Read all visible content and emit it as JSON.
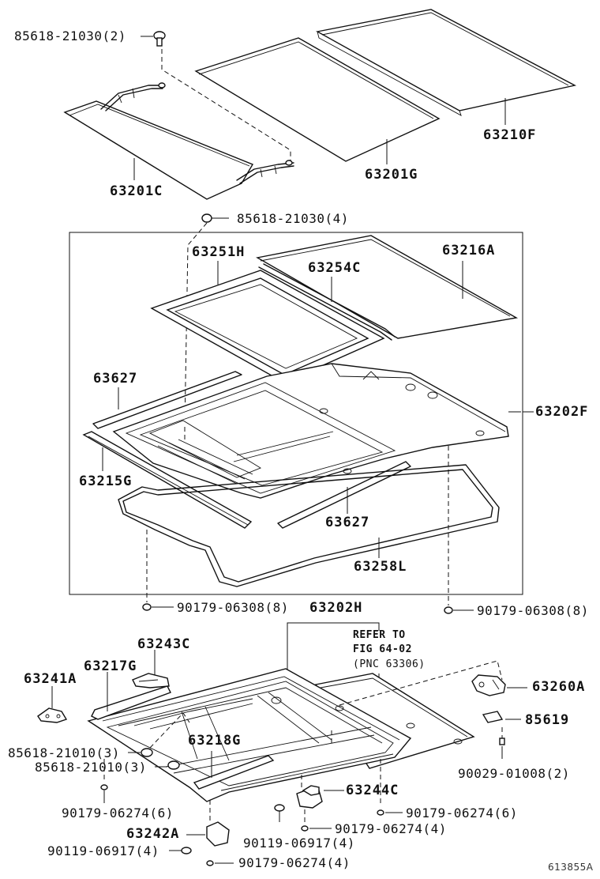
{
  "diagram_id": "613855A",
  "refer_note": {
    "line1": "REFER TO",
    "line2": "FIG 64-02",
    "line3": "(PNC 63306)"
  },
  "labels": {
    "p85618_21030_2": "85618-21030(2)",
    "p63201C": "63201C",
    "p63201G": "63201G",
    "p63210F": "63210F",
    "p85618_21030_4": "85618-21030(4)",
    "p63251H": "63251H",
    "p63254C": "63254C",
    "p63216A": "63216A",
    "p63627_a": "63627",
    "p63202F": "63202F",
    "p63215G": "63215G",
    "p63627_b": "63627",
    "p63258L": "63258L",
    "p90179_06308_left": "90179-06308(8)",
    "p63202H": "63202H",
    "p90179_06308_right": "90179-06308(8)",
    "p63243C": "63243C",
    "p63217G": "63217G",
    "p63241A": "63241A",
    "p63260A": "63260A",
    "p85619": "85619",
    "p85618_21010_3a": "85618-21010(3)",
    "p85618_21010_3b": "85618-21010(3)",
    "p63218G": "63218G",
    "p90029_01008": "90029-01008(2)",
    "p90179_06274_6a": "90179-06274(6)",
    "p63244C": "63244C",
    "p90179_06274_6b": "90179-06274(6)",
    "p90179_06274_4a": "90179-06274(4)",
    "p90119_06917_4a": "90119-06917(4)",
    "p63242A": "63242A",
    "p90119_06917_4b": "90119-06917(4)",
    "p90179_06274_4b": "90179-06274(4)"
  }
}
